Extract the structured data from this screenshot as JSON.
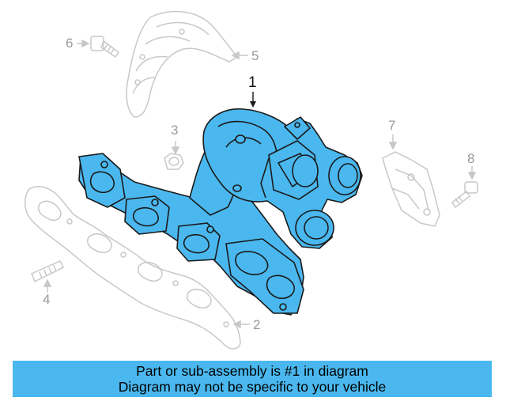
{
  "callouts": {
    "c1": "1",
    "c2": "2",
    "c3": "3",
    "c4": "4",
    "c5": "5",
    "c6": "6",
    "c7": "7",
    "c8": "8"
  },
  "banner": {
    "line1": "Part or sub-assembly is #1 in diagram",
    "line2": "Diagram may not be specific to your vehicle"
  },
  "colors": {
    "highlight": "#4ab8ef",
    "line": "#1a1a1a",
    "ghost": "#c8c8c8"
  }
}
